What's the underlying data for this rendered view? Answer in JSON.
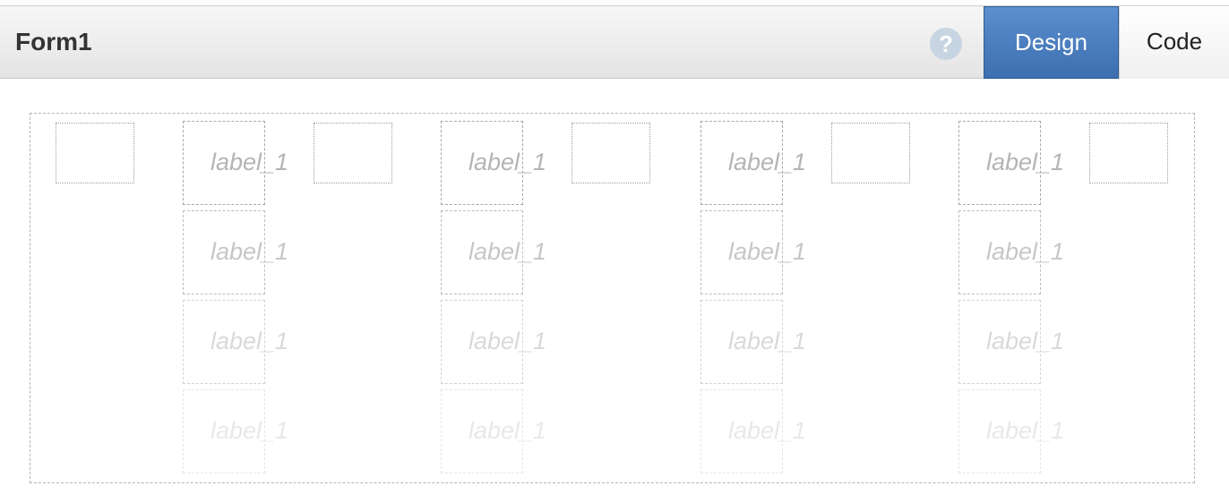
{
  "header": {
    "title": "Form1",
    "help_icon": "?",
    "design_label": "Design",
    "code_label": "Code",
    "active_tab": "Design"
  },
  "form": {
    "columns": [
      {
        "labels": [
          "label_1",
          "label_1",
          "label_1",
          "label_1"
        ]
      },
      {
        "labels": [
          "label_1",
          "label_1",
          "label_1",
          "label_1"
        ]
      },
      {
        "labels": [
          "label_1",
          "label_1",
          "label_1",
          "label_1"
        ]
      },
      {
        "labels": [
          "label_1",
          "label_1",
          "label_1",
          "label_1"
        ]
      }
    ]
  },
  "colors": {
    "accent": "#4a7fc1",
    "placeholder_text": "#b4b4b4",
    "border": "#a8a8a8"
  }
}
